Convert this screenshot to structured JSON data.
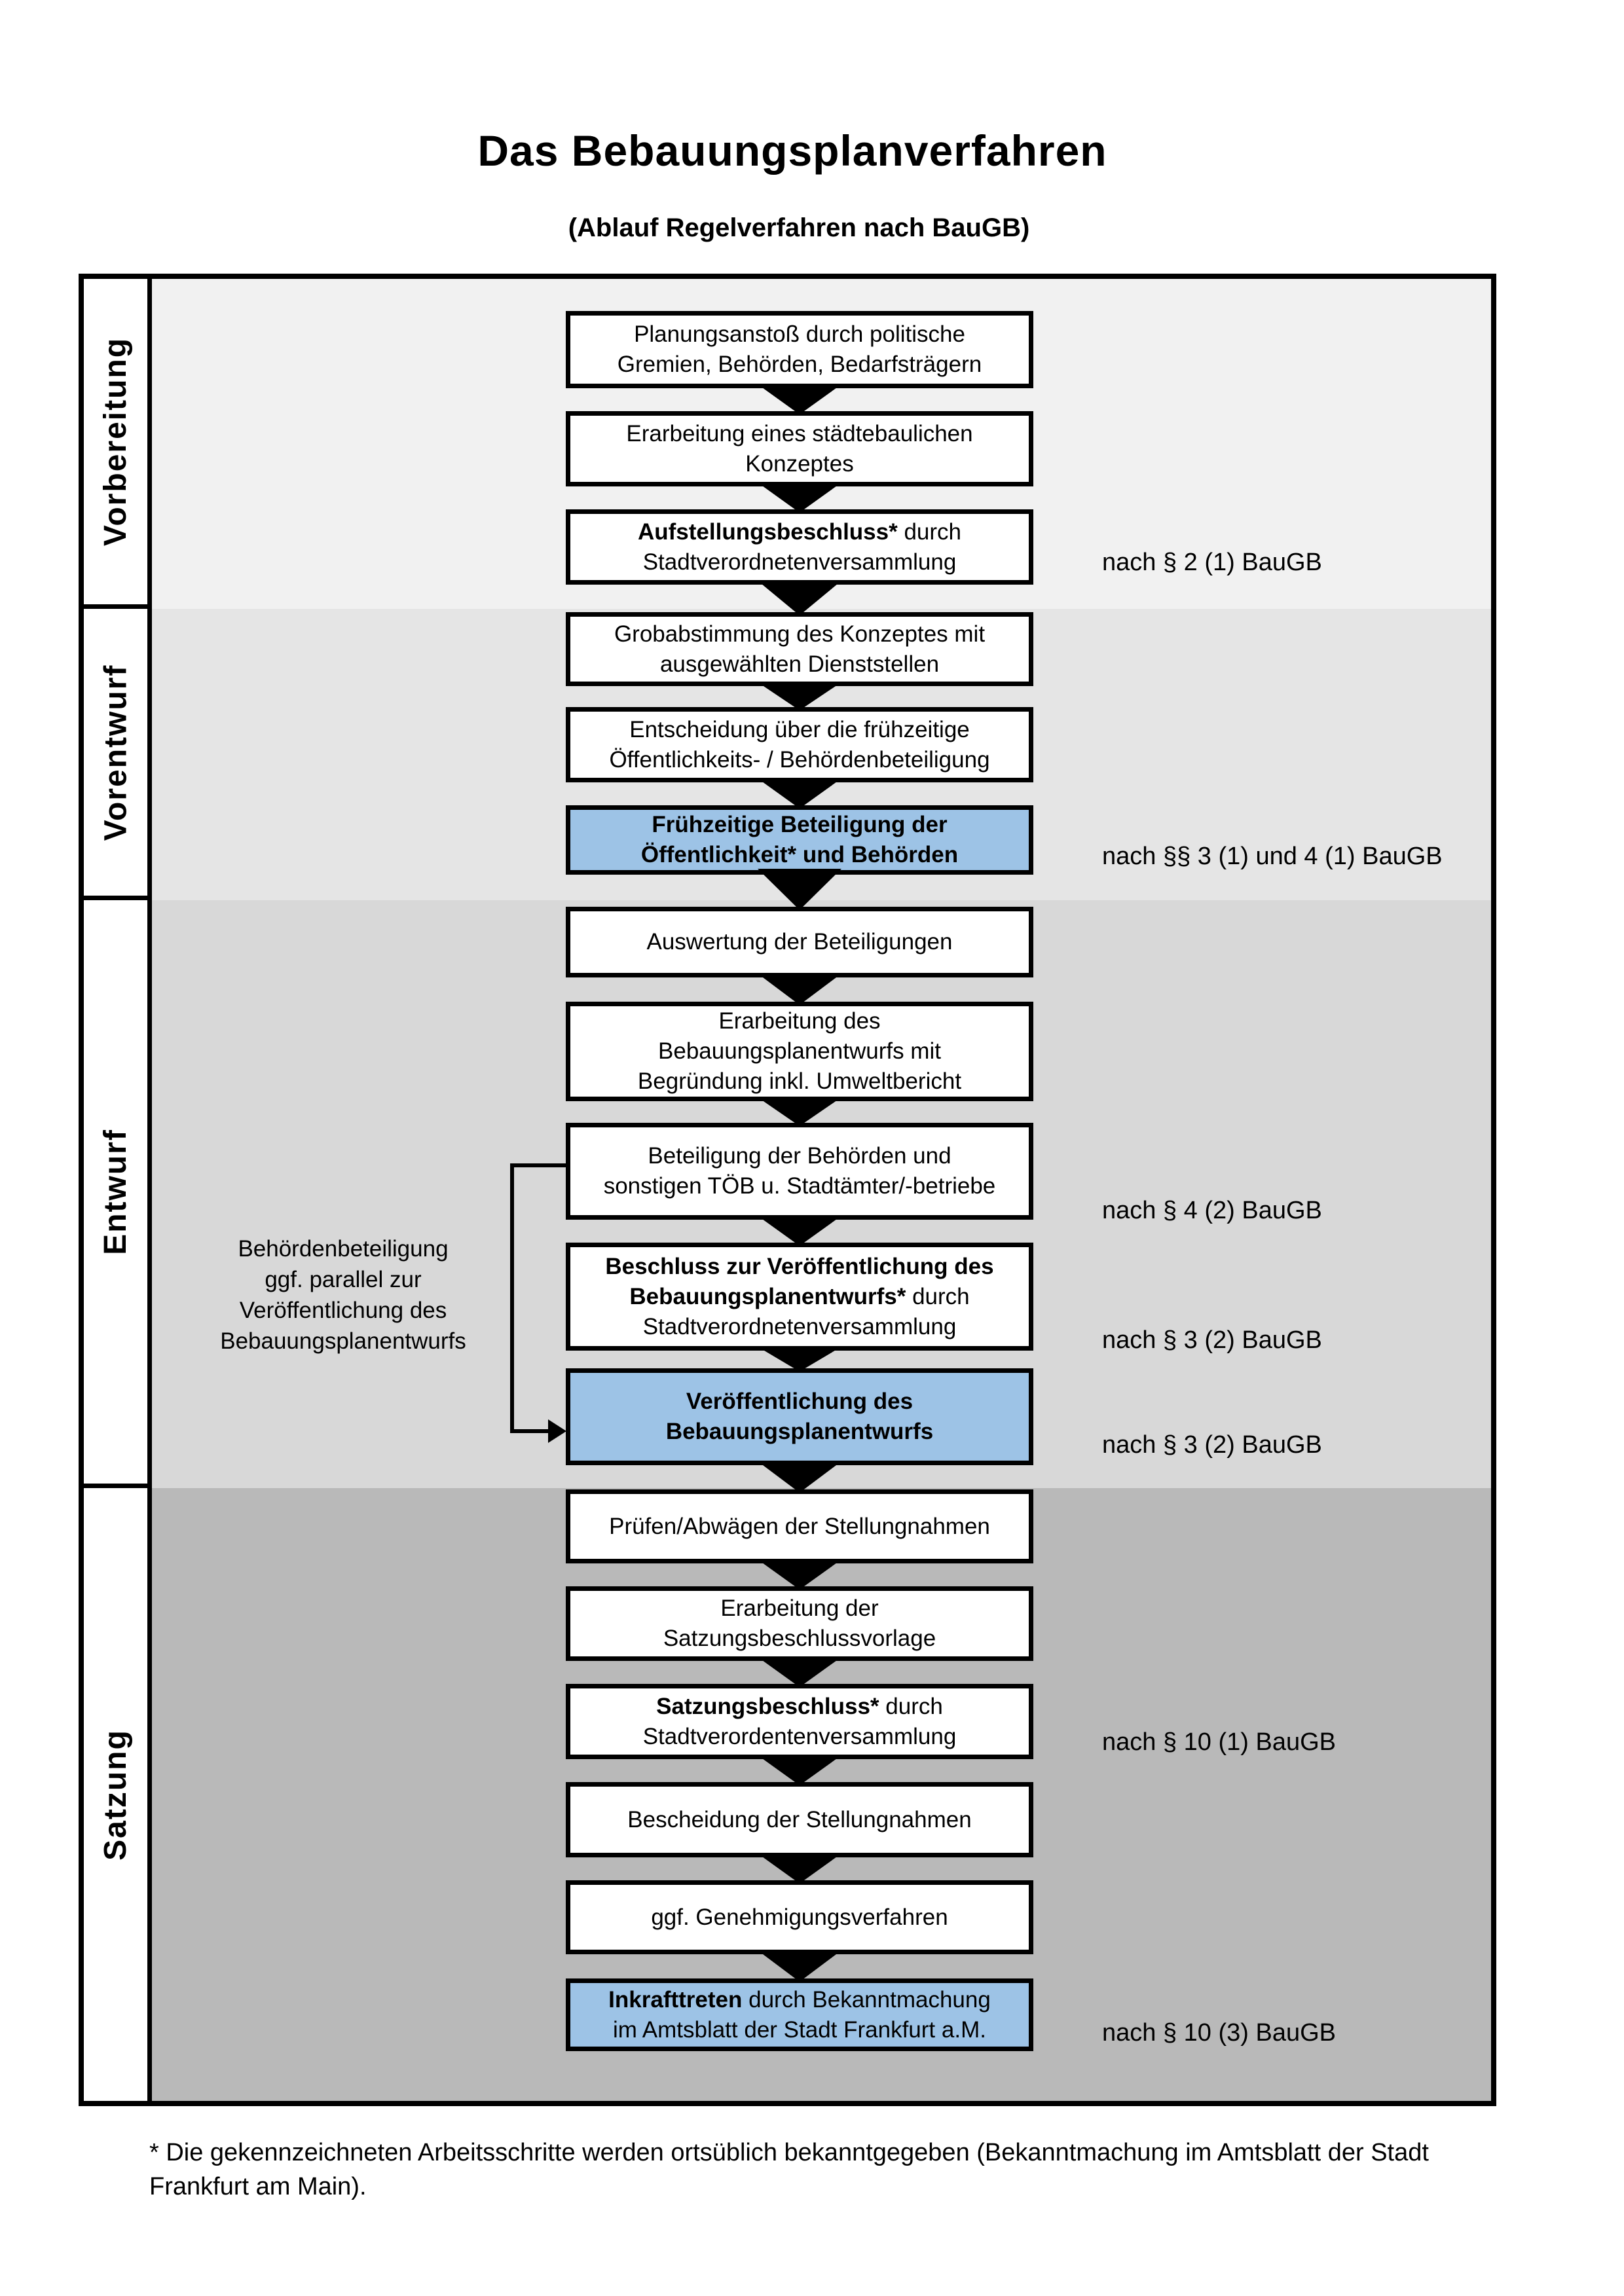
{
  "title": "Das Bebauungsplanverfahren",
  "subtitle": "(Ablauf Regelverfahren nach BauGB)",
  "phases": [
    {
      "label": "Vorbereitung"
    },
    {
      "label": "Vorentwurf"
    },
    {
      "label": "Entwurf"
    },
    {
      "label": "Satzung"
    }
  ],
  "boxes": [
    {
      "lines": [
        {
          "r": "Planungsanstoß durch politische"
        },
        {
          "r": "Gremien, Behörden, Bedarfsträgern"
        }
      ]
    },
    {
      "lines": [
        {
          "r": "Erarbeitung eines städtebaulichen"
        },
        {
          "r": "Konzeptes"
        }
      ]
    },
    {
      "lines": [
        {
          "b": "Aufstellungsbeschluss*",
          "r": " durch"
        },
        {
          "r": "Stadtverordnetenversammlung"
        }
      ]
    },
    {
      "lines": [
        {
          "r": "Grobabstimmung des Konzeptes mit"
        },
        {
          "r": "ausgewählten Dienststellen"
        }
      ]
    },
    {
      "lines": [
        {
          "r": "Entscheidung über die frühzeitige"
        },
        {
          "r": "Öffentlichkeits- / Behördenbeteiligung"
        }
      ]
    },
    {
      "lines": [
        {
          "b": "Frühzeitige Beteiligung der"
        },
        {
          "b": "Öffentlichkeit* und Behörden"
        }
      ]
    },
    {
      "lines": [
        {
          "r": "Auswertung der Beteiligungen"
        }
      ]
    },
    {
      "lines": [
        {
          "r": "Erarbeitung des"
        },
        {
          "r": "Bebauungsplanentwurfs mit"
        },
        {
          "r": "Begründung inkl. Umweltbericht"
        }
      ]
    },
    {
      "lines": [
        {
          "r": "Beteiligung der Behörden und"
        },
        {
          "r": "sonstigen TÖB u. Stadtämter/-betriebe"
        }
      ]
    },
    {
      "lines": [
        {
          "b": "Beschluss zur Veröffentlichung des"
        },
        {
          "b": "Bebauungsplanentwurfs*",
          "r": " durch"
        },
        {
          "r": "Stadtverordnetenversammlung"
        }
      ]
    },
    {
      "lines": [
        {
          "b": "Veröffentlichung des"
        },
        {
          "b": "Bebauungsplanentwurfs"
        }
      ]
    },
    {
      "lines": [
        {
          "r": "Prüfen/Abwägen der Stellungnahmen"
        }
      ]
    },
    {
      "lines": [
        {
          "r": "Erarbeitung der"
        },
        {
          "r": "Satzungsbeschlussvorlage"
        }
      ]
    },
    {
      "lines": [
        {
          "b": "Satzungsbeschluss*",
          "r": " durch"
        },
        {
          "r": "Stadtverordentenversammlung"
        }
      ]
    },
    {
      "lines": [
        {
          "r": "Bescheidung der Stellungnahmen"
        }
      ]
    },
    {
      "lines": [
        {
          "r": "ggf. Genehmigungsverfahren"
        }
      ]
    },
    {
      "lines": [
        {
          "b": "Inkrafttreten",
          "r": " durch Bekanntmachung"
        },
        {
          "r": "im Amtsblatt der Stadt Frankfurt a.M."
        }
      ]
    }
  ],
  "side_note": {
    "lines": [
      "Behördenbeteiligung",
      "ggf. parallel zur",
      "Veröffentlichung des",
      "Bebauungsplanentwurfs"
    ]
  },
  "annotations": [
    "nach § 2 (1) BauGB",
    "nach §§ 3 (1) und 4 (1) BauGB",
    "nach § 4 (2) BauGB",
    "nach § 3 (2) BauGB",
    "nach § 3 (2) BauGB",
    "nach § 10 (1) BauGB",
    "nach § 10 (3) BauGB"
  ],
  "footnote": {
    "line1": "* Die gekennzeichneten Arbeitsschritte werden ortsüblich bekanntgegeben (Bekanntmachung im Amtsblatt  der Stadt",
    "line2": "Frankfurt am Main)."
  },
  "colors": {
    "highlight": "#9DC3E6",
    "phase1_bg": "#f1f1f1",
    "phase2_bg": "#e5e5e5",
    "phase3_bg": "#d8d8d8",
    "phase4_bg": "#b9b9b9",
    "line": "#000000"
  }
}
